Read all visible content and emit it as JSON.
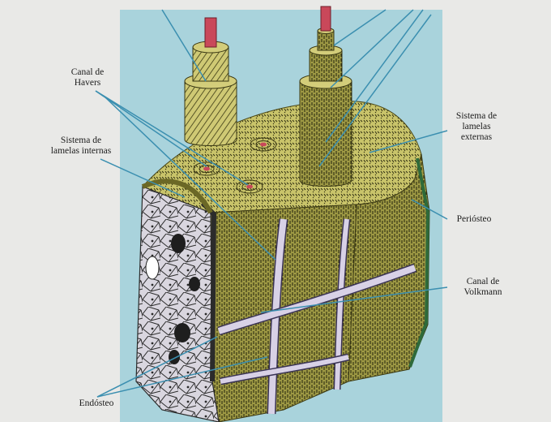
{
  "labels": {
    "havers": {
      "line1": "Canal de",
      "line2": "Havers"
    },
    "internal": {
      "line1": "Sistema de",
      "line2": "lamelas internas"
    },
    "external": {
      "line1": "Sistema de",
      "line2": "lamelas",
      "line3": "externas"
    },
    "periosteum": "Periósteo",
    "volkmann": {
      "line1": "Canal de",
      "line2": "Volkmann"
    },
    "endosteum": "Endósteo"
  },
  "colors": {
    "page": "#e9e9e7",
    "panel": "#a9d3dc",
    "bone": "#c9c46a",
    "bone_dark": "#8f8a3c",
    "hatch": "#2d2c10",
    "canal": "#d8d1e6",
    "spongy": "#d6d3dc",
    "vessel": "#c9485a",
    "leader": "#3b8fb0"
  }
}
